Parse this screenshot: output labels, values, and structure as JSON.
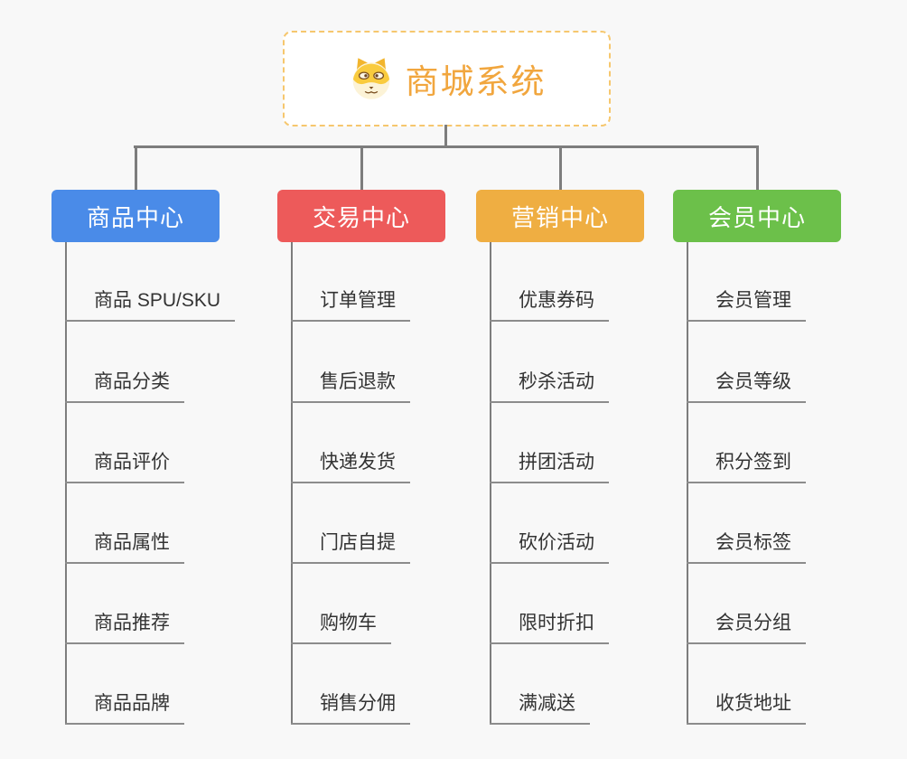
{
  "root": {
    "title": "商城系统",
    "icon": "shiba-dog-icon"
  },
  "colors": {
    "background": "#F8F8F8",
    "connector": "#7D7D7D",
    "underline": "#8C8C8C",
    "item_text": "#333333",
    "root_border": "#F6C76E",
    "root_text": "#F1A63E"
  },
  "branches": [
    {
      "label": "商品中心",
      "color": "#4A8BE8",
      "items": [
        "商品 SPU/SKU",
        "商品分类",
        "商品评价",
        "商品属性",
        "商品推荐",
        "商品品牌"
      ]
    },
    {
      "label": "交易中心",
      "color": "#ED5A5A",
      "items": [
        "订单管理",
        "售后退款",
        "快递发货",
        "门店自提",
        "购物车",
        "销售分佣"
      ]
    },
    {
      "label": "营销中心",
      "color": "#EFAE42",
      "items": [
        "优惠券码",
        "秒杀活动",
        "拼团活动",
        "砍价活动",
        "限时折扣",
        "满减送"
      ]
    },
    {
      "label": "会员中心",
      "color": "#6CC04A",
      "items": [
        "会员管理",
        "会员等级",
        "积分签到",
        "会员标签",
        "会员分组",
        "收货地址"
      ]
    }
  ]
}
